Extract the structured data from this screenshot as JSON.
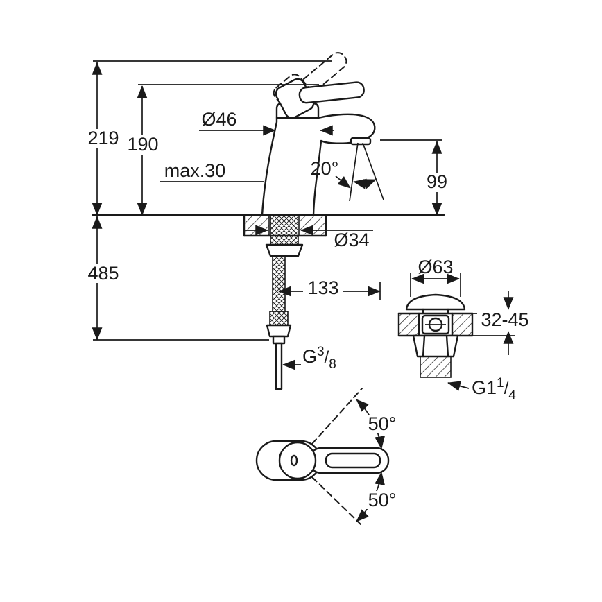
{
  "diagram": {
    "type": "technical-dimension-drawing",
    "subject": "single-lever basin mixer faucet with pop-up waste, front view, mounting detail and plan view of handle swing",
    "colors": {
      "line": "#1a1a1a",
      "background": "#ffffff"
    },
    "dimensions": {
      "overall_height": "219",
      "height_to_lever": "190",
      "max_deck_thickness": "max.30",
      "body_diameter": "Ø46",
      "spray_angle": "20°",
      "spout_height": "99",
      "hose_length": "485",
      "shank_diameter": "Ø34",
      "spout_projection": "133",
      "waste_flange_diameter": "Ø63",
      "waste_deck_range": "32-45",
      "handle_swing_up": "50°",
      "handle_swing_down": "50°"
    },
    "threads": {
      "supply": {
        "base": "G",
        "numerator": "3",
        "slash": "/",
        "denominator": "8"
      },
      "waste": {
        "base": "G1",
        "numerator": "1",
        "slash": "/",
        "denominator": "4"
      }
    }
  }
}
